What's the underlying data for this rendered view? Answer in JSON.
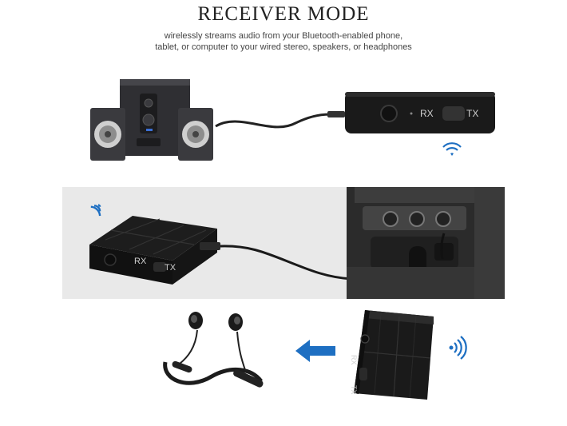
{
  "header": {
    "title": "RECEIVER MODE",
    "subtitle_line1": "wirelessly streams audio from your Bluetooth-enabled phone,",
    "subtitle_line2": "tablet, or computer to your wired stereo, speakers, or headphones"
  },
  "device_top": {
    "rx_label": "RX",
    "tx_label": "TX"
  },
  "device_middle": {
    "rx_label": "RX",
    "tx_label": "TX"
  },
  "device_bottom": {
    "rx_label": "RX",
    "tx_label": "TX"
  },
  "colors": {
    "accent_blue": "#1e6fc2",
    "device_black": "#1a1a1a"
  }
}
